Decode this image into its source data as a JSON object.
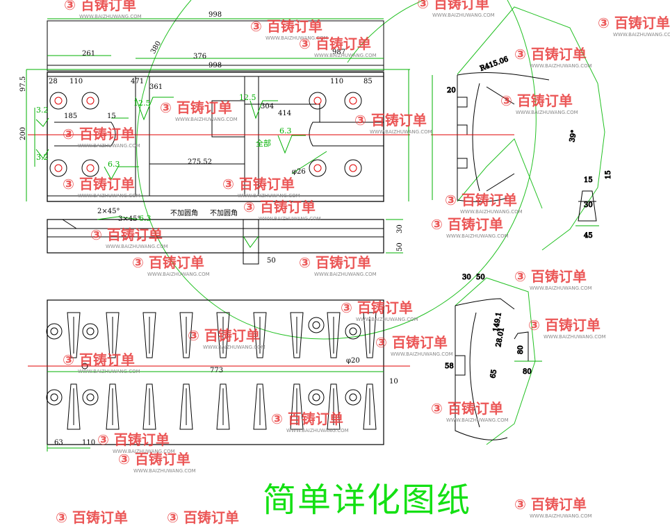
{
  "caption": "简单详化图纸",
  "watermark": {
    "brand": "百铸订单",
    "url": "WWW.BAIZHUWANG.COM",
    "color": "#e8393a"
  },
  "colors": {
    "outline": "#000000",
    "dimension": "#00c000",
    "centerline": "#e00000",
    "hole": "#e00000"
  },
  "dims": {
    "top_width_1": "998",
    "top_width_2": "998",
    "d_261": "261",
    "d_376": "376",
    "d_380": "380",
    "d_987": "987",
    "d_110_left": "110",
    "d_28": "28",
    "d_471": "471",
    "d_361": "361",
    "d_110_right": "110",
    "d_85": "85",
    "d_97_5": "97.5",
    "d_185": "185",
    "d_15": "15",
    "d_200": "200",
    "d_3_2a": "3.2",
    "d_3_2b": "3.2",
    "d_12_5a": "12.5",
    "d_12_5b": "12.5",
    "d_304": "304",
    "d_414": "414",
    "d_6_3a": "6.3",
    "d_6_3b": "6.3",
    "d_6_3c": "6.3",
    "d_275": "275.52",
    "d_all": "全部",
    "d_phi26": "φ26",
    "d_2x45": "2×45°",
    "d_3x45": "3×45°",
    "d_nojiao1": "不加圆角",
    "d_nojiao2": "不加圆角",
    "d_30": "30",
    "d_50a": "50",
    "d_50b": "50",
    "d_773": "773",
    "d_phi20": "φ20",
    "d_10": "10",
    "d_63": "63",
    "d_110_bottom": "110",
    "r_415": "R415.06",
    "d_20": "20",
    "d_39": "39°",
    "s_15a": "15",
    "s_15b": "15",
    "s_30": "30",
    "s_45": "45",
    "f_30": "30",
    "f_50": "50",
    "f_58": "58",
    "f_80a": "80",
    "f_80b": "80",
    "f_65": "65",
    "f_149": "149.1",
    "f_28": "28.01"
  }
}
